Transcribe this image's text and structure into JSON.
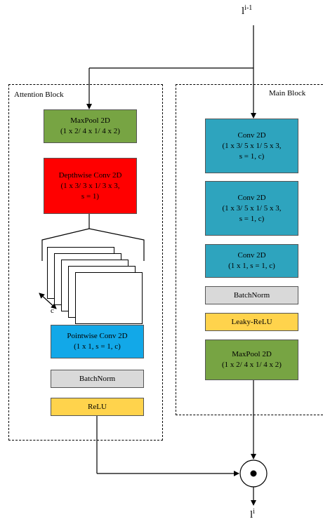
{
  "input_label": "l",
  "input_superscript": "i-1",
  "output_label": "l",
  "output_superscript": "i",
  "attention_block": {
    "title": "Attention Block",
    "maxpool": {
      "line1": "MaxPool 2D",
      "line2": "(1 x 2/ 4 x 1/ 4 x 2)"
    },
    "depthwise": {
      "line1": "Depthwise Conv 2D",
      "line2": "(1 x 3/ 3 x 1/ 3 x 3,",
      "line3": "s = 1)"
    },
    "channel_label": "c",
    "pointwise": {
      "line1": "Pointwise Conv 2D",
      "line2": "(1 x 1, s = 1, c)"
    },
    "batchnorm": "BatchNorm",
    "activation": "ReLU"
  },
  "main_block": {
    "title": "Main Block",
    "conv1": {
      "line1": "Conv 2D",
      "line2": "(1 x 3/ 5 x 1/ 5 x 3,",
      "line3": "s = 1, c)"
    },
    "conv2": {
      "line1": "Conv 2D",
      "line2": "(1 x 3/ 5 x 1/ 5 x 3,",
      "line3": "s = 1, c)"
    },
    "conv3": {
      "line1": "Conv 2D",
      "line2": "(1 x 1, s = 1, c)"
    },
    "batchnorm": "BatchNorm",
    "activation": "Leaky-ReLU",
    "maxpool": {
      "line1": "MaxPool 2D",
      "line2": "(1 x 2/ 4 x 1/ 4 x 2)"
    }
  },
  "colors": {
    "maxpool": "#77a443",
    "depthwise": "#ff0000",
    "conv": "#2ea4be",
    "pointwise": "#12a8e8",
    "batchnorm": "#d9d9d9",
    "activation": "#ffd34c"
  },
  "merge_operator_icon": "circled-dot-icon"
}
